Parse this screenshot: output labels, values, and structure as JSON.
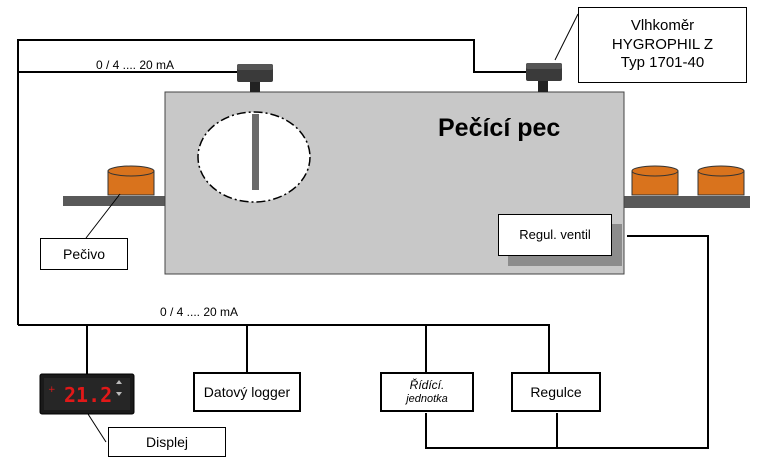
{
  "hygrometer": {
    "line1": "Vlhkoměr",
    "line2": "HYGROPHIL Z",
    "line3": "Typ 1701-40"
  },
  "oven": {
    "title": "Pečící pec"
  },
  "labels": {
    "signal_top": "0 / 4 .... 20 mA",
    "signal_bottom": "0 / 4 .... 20 mA"
  },
  "boxes": {
    "valve": "Regul. ventil",
    "pastry": "Pečivo",
    "logger": "Datový logger",
    "control_unit_line1": "Řídící.",
    "control_unit_line2": "jednotka",
    "regulation": "Regulce",
    "display": "Displej"
  },
  "display_value": "21.2",
  "colors": {
    "oven_fill": "#c8c8c8",
    "conveyor": "#595959",
    "pastry": "#d9731d",
    "display_digits": "#e11818"
  }
}
